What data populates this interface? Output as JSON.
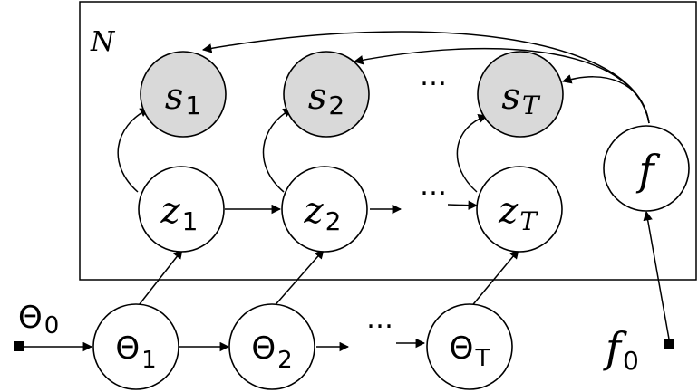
{
  "plate": {
    "label": "N"
  },
  "colors": {
    "observed_fill": "#d9d9d9",
    "latent_fill": "#ffffff",
    "stroke": "#000000"
  },
  "nodes": {
    "s1": {
      "base": "s",
      "sub": "1",
      "observed": true
    },
    "s2": {
      "base": "s",
      "sub": "2",
      "observed": true
    },
    "sT": {
      "base": "s",
      "sub": "T",
      "observed": true
    },
    "z1": {
      "base": "z",
      "sub": "1",
      "observed": false
    },
    "z2": {
      "base": "z",
      "sub": "2",
      "observed": false
    },
    "zT": {
      "base": "z",
      "sub": "T",
      "observed": false
    },
    "f": {
      "base": "f",
      "sub": "",
      "observed": false
    },
    "theta1": {
      "base": "Θ",
      "sub": "1",
      "observed": false
    },
    "theta2": {
      "base": "Θ",
      "sub": "2",
      "observed": false
    },
    "thetaT": {
      "base": "Θ",
      "sub": "T",
      "observed": false
    }
  },
  "roots": {
    "theta0": {
      "base": "Θ",
      "sub": "0"
    },
    "f0": {
      "base": "f",
      "sub": "0"
    }
  },
  "ellipsis": "…"
}
